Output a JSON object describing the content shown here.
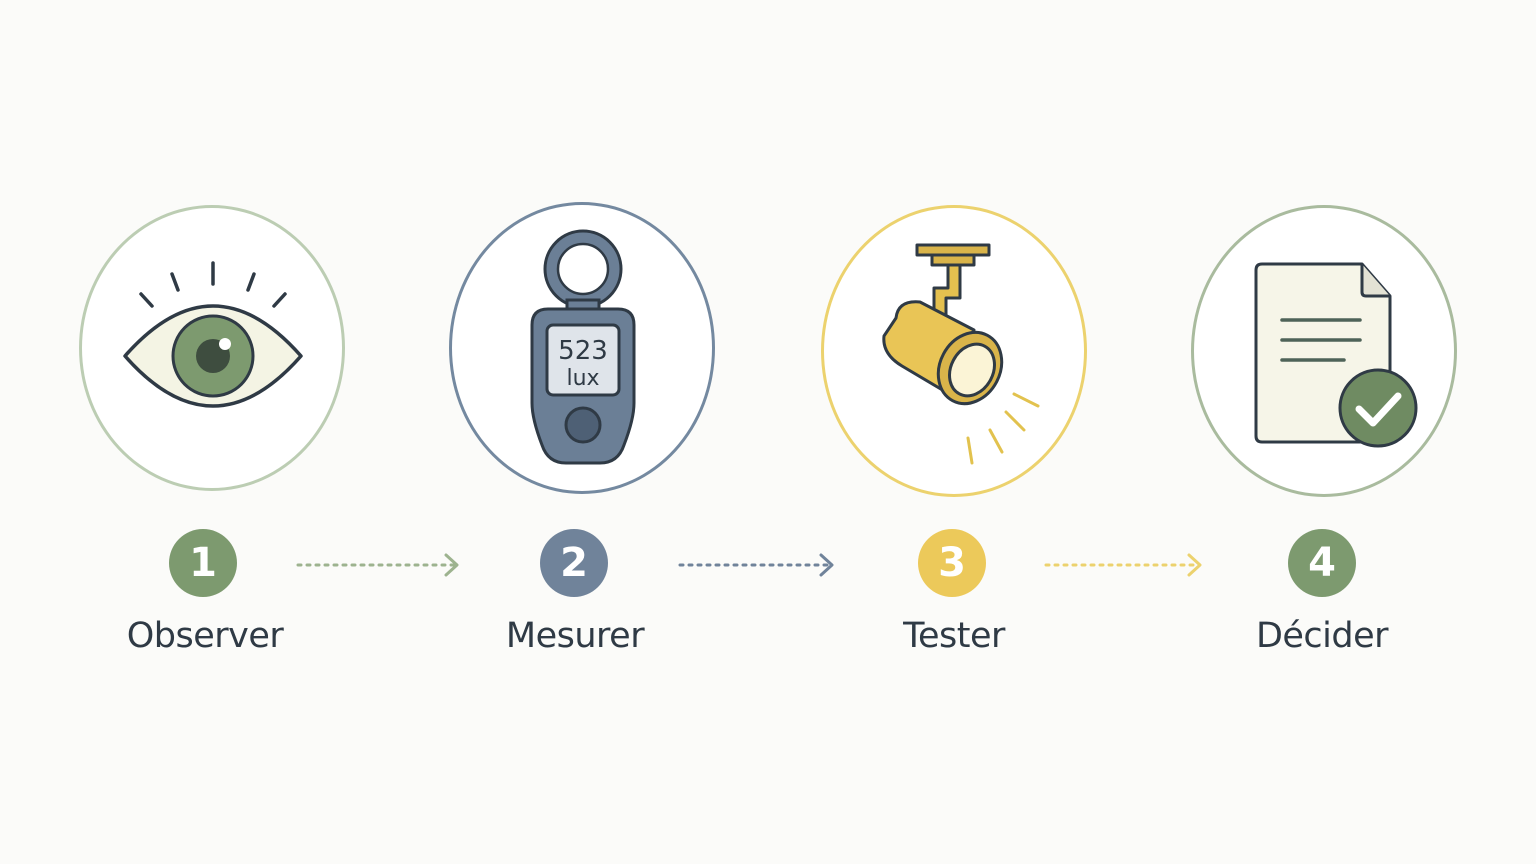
{
  "steps": [
    {
      "number": "1",
      "label": "Observer",
      "icon": "eye-icon",
      "color": "#7d9a6f",
      "ring": "#b9caaf"
    },
    {
      "number": "2",
      "label": "Mesurer",
      "icon": "lux-meter-icon",
      "color": "#70839a",
      "ring": "#7489a0"
    },
    {
      "number": "3",
      "label": "Tester",
      "icon": "spotlight-icon",
      "color": "#ecc95a",
      "ring": "#ecd26e"
    },
    {
      "number": "4",
      "label": "Décider",
      "icon": "document-check-icon",
      "color": "#7d9a6f",
      "ring": "#a9bb9e"
    }
  ],
  "meter": {
    "value": "523",
    "unit": "lux"
  },
  "arrows": [
    {
      "color": "#9db38f"
    },
    {
      "color": "#70839a"
    },
    {
      "color": "#ecd26e"
    }
  ]
}
